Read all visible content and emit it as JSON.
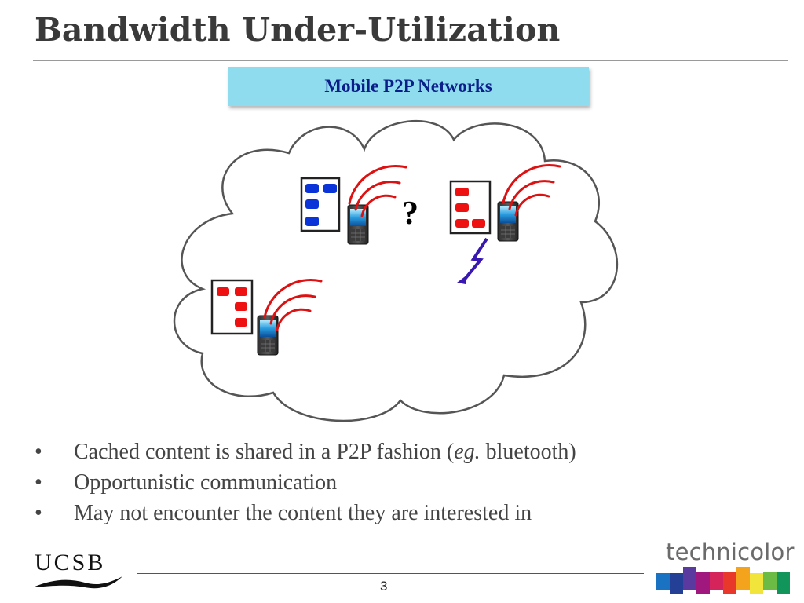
{
  "slide": {
    "title": "Bandwidth Under-Utilization",
    "subtitle": "Mobile P2P Networks",
    "page_number": "3"
  },
  "diagram": {
    "question_mark": "?",
    "colors": {
      "content_blue": "#0a34d8",
      "content_red": "#ee1111",
      "signal_red": "#dd1111",
      "lightning": "#3818b0",
      "cloud_stroke": "#555555"
    }
  },
  "bullets": [
    {
      "bullet": "•",
      "before": "Cached content is shared in a P2P fashion (",
      "italic": "eg.",
      "after": " bluetooth)"
    },
    {
      "bullet": "•",
      "text": "Opportunistic communication"
    },
    {
      "bullet": "•",
      "text": "May not encounter the content they are interested in"
    }
  ],
  "logos": {
    "ucsb": "UCSB",
    "technicolor": "technicolor",
    "technicolor_stripe_colors": [
      "#1a73c2",
      "#243f96",
      "#5a3a9e",
      "#a0177d",
      "#d4245b",
      "#e8372b",
      "#f3a31c",
      "#f1e43b",
      "#6cbb45",
      "#11955a"
    ]
  }
}
